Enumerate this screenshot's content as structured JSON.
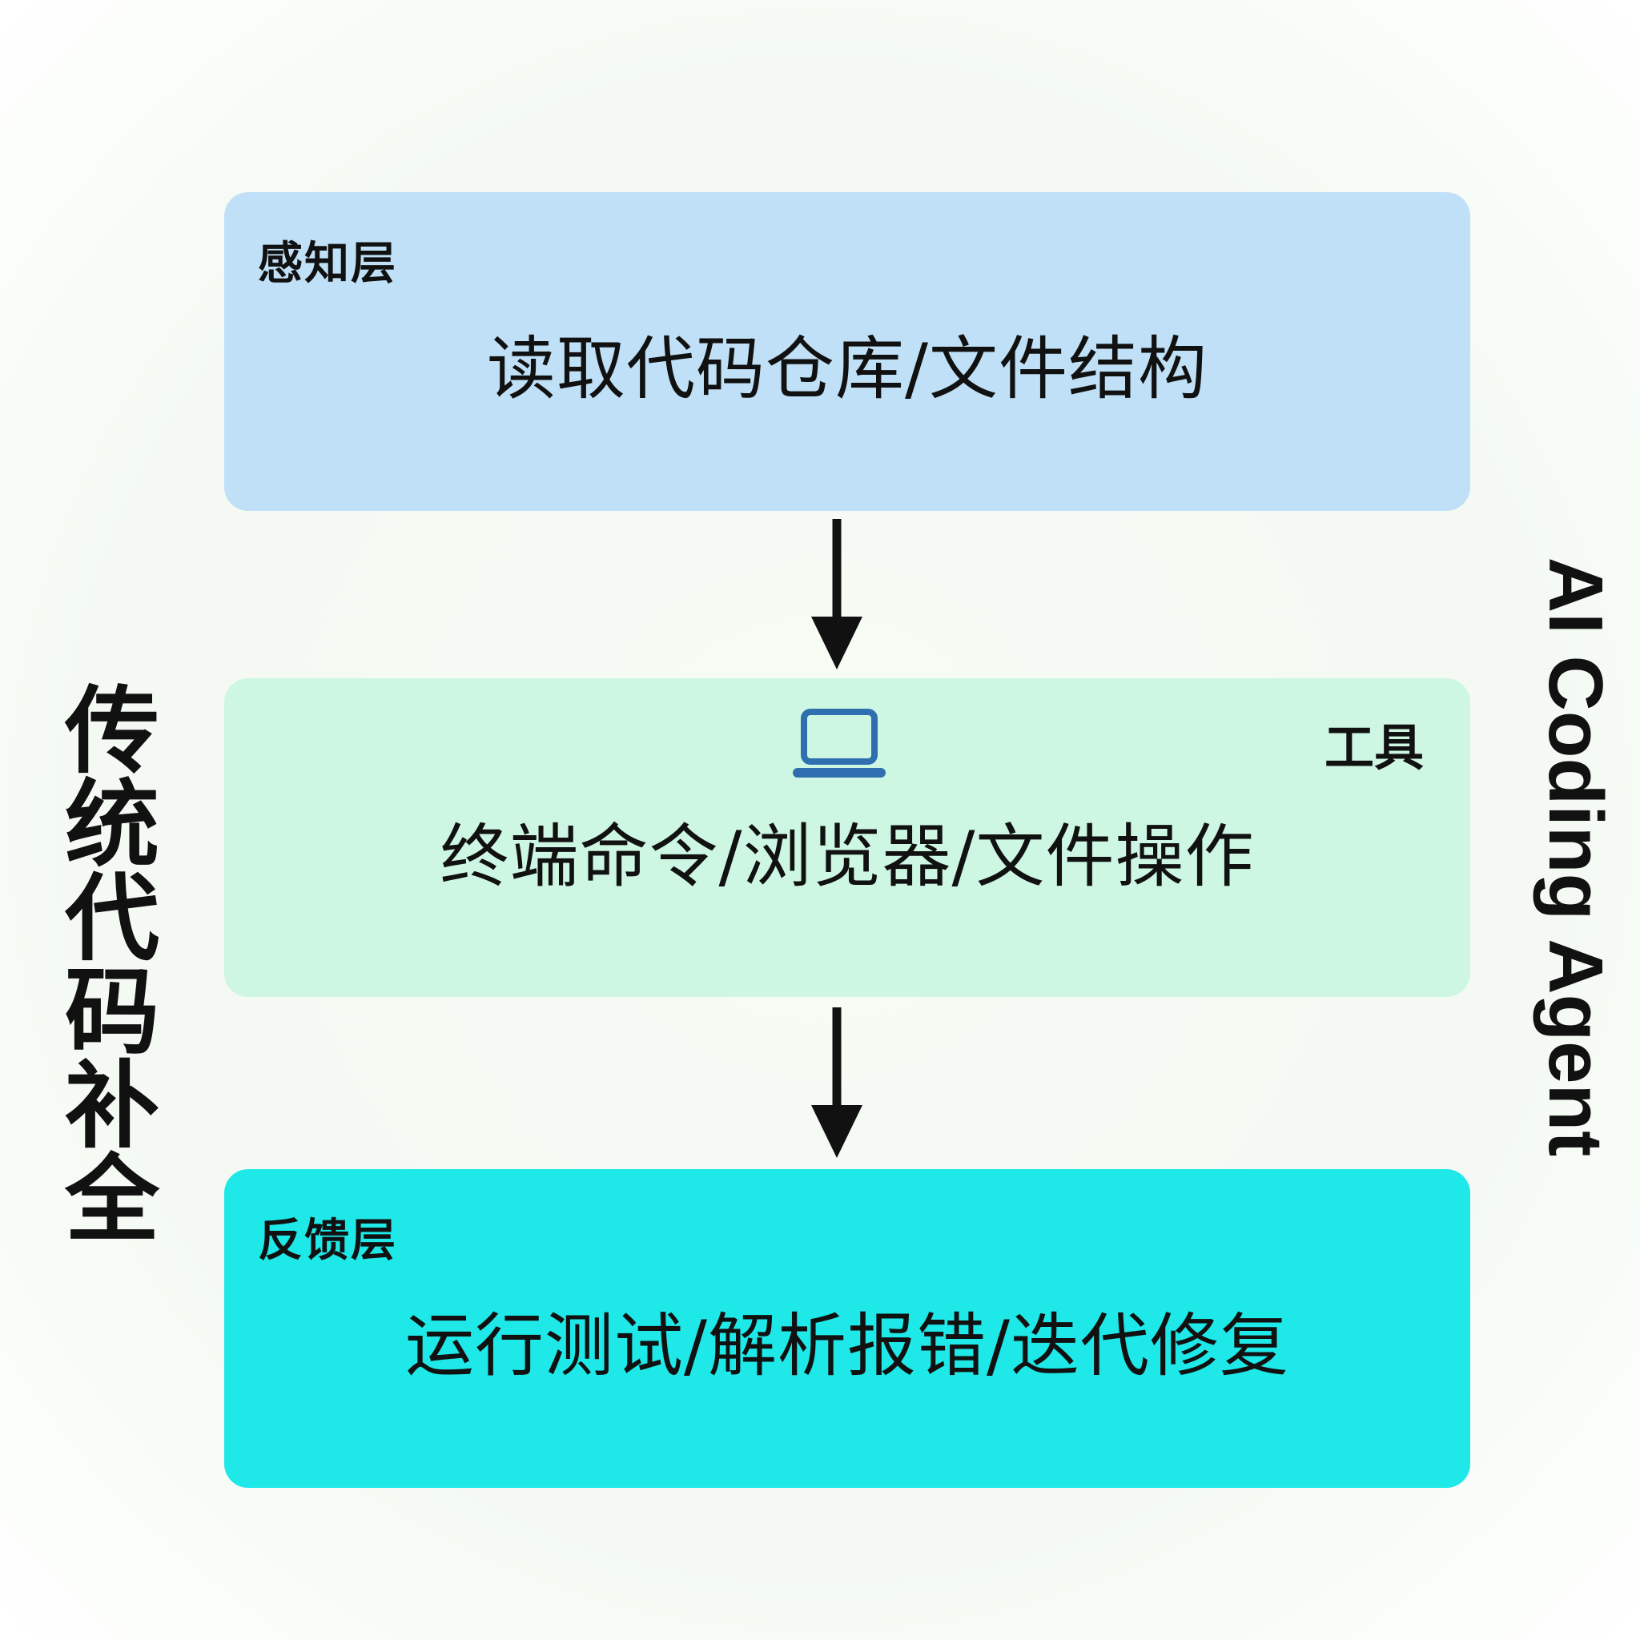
{
  "layers": {
    "perception": {
      "title": "感知层",
      "main": "读取代码仓库/文件结构",
      "color": "#bfe0f6"
    },
    "tools": {
      "tag": "工具",
      "icon": "computer-icon",
      "main": "终端命令/浏览器/文件操作",
      "color": "#cdf7e2"
    },
    "feedback": {
      "title": "反馈层",
      "main": "运行测试/解析报错/迭代修复",
      "color": "#1ee8e8"
    }
  },
  "side_labels": {
    "left_chars": [
      "传",
      "统",
      "代",
      "码",
      "补",
      "全"
    ],
    "right": "AI Coding Agent"
  },
  "colors": {
    "icon_blue": "#2f6fb0",
    "arrow": "#111111"
  }
}
